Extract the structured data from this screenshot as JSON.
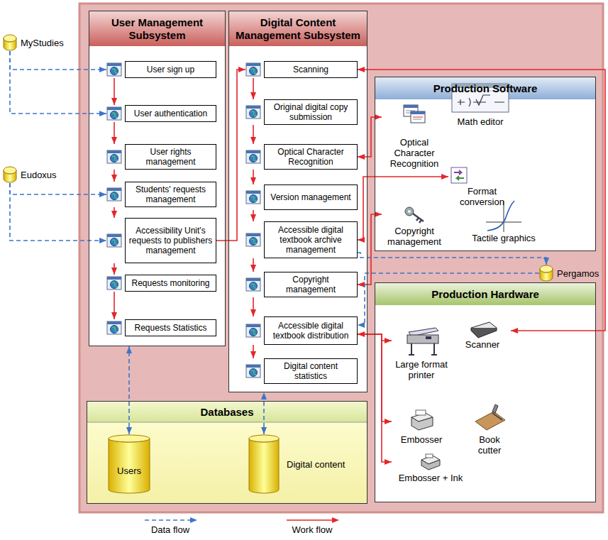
{
  "diagram": {
    "nodes": [
      {
        "text": [
          "User Management Subsystem"
        ]
      },
      {
        "text": [
          "User sign up"
        ],
        "in": 0
      },
      {
        "text": [
          "User authentication"
        ],
        "in": 0
      },
      {
        "text": [
          "User rights management"
        ],
        "in": 0
      },
      {
        "text": [
          "Students' requests management"
        ],
        "in": 0
      },
      {
        "text": [
          "Accessibility Unit's requests to publishers management"
        ],
        "in": 0
      },
      {
        "text": [
          "Requests monitoring"
        ],
        "in": 0
      },
      {
        "text": [
          "Requests Statistics"
        ],
        "in": 0
      },
      {
        "text": [
          "Digital Content Management Subsystem"
        ]
      },
      {
        "text": [
          "Scanning"
        ],
        "in": 8
      },
      {
        "text": [
          "Original digital copy submission"
        ],
        "in": 8
      },
      {
        "text": [
          "Optical Character Recognition"
        ],
        "in": 8
      },
      {
        "text": [
          "Version management"
        ],
        "in": 8
      },
      {
        "text": [
          "Accessible digital textbook archive management"
        ],
        "in": 8
      },
      {
        "text": [
          "Copyright management"
        ],
        "in": 8
      },
      {
        "text": [
          "Accessible digital textbook distribution"
        ],
        "in": 8
      },
      {
        "text": [
          "Digital content statistics"
        ],
        "in": 8
      },
      {
        "text": [
          "Production Software"
        ]
      },
      {
        "text": [
          "Optical Character Recognition"
        ],
        "in": 17
      },
      {
        "text": [
          "Math editor"
        ],
        "in": 17
      },
      {
        "text": [
          "Format conversion"
        ],
        "in": 17
      },
      {
        "text": [
          "Copyright management"
        ],
        "in": 17
      },
      {
        "text": [
          "Tactile graphics"
        ],
        "in": 17
      },
      {
        "text": [
          "Production Hardware"
        ]
      },
      {
        "text": [
          "Large format printer"
        ],
        "in": 23
      },
      {
        "text": [
          "Scanner"
        ],
        "in": 23
      },
      {
        "text": [
          "Embosser"
        ],
        "in": 23
      },
      {
        "text": [
          "Book cutter"
        ],
        "in": 23
      },
      {
        "text": [
          "Embosser + Ink"
        ],
        "in": 23
      },
      {
        "text": [
          "Databases"
        ]
      },
      {
        "text": [
          "Users"
        ],
        "in": 29
      },
      {
        "text": [
          "Digital content"
        ],
        "in": 29
      },
      {
        "text": [
          "MyStudies"
        ]
      },
      {
        "text": [
          "Eudoxus"
        ]
      },
      {
        "text": [
          "Pergamos"
        ]
      }
    ],
    "edges": [
      {
        "from": 1,
        "to": 2,
        "arrow": "to"
      },
      {
        "from": 2,
        "to": 3,
        "arrow": "to"
      },
      {
        "from": 3,
        "to": 4,
        "arrow": "to"
      },
      {
        "from": 4,
        "to": 5,
        "arrow": "to"
      },
      {
        "from": 5,
        "to": 6,
        "arrow": "to"
      },
      {
        "from": 6,
        "to": 7,
        "arrow": "to"
      },
      {
        "from": 9,
        "to": 10,
        "arrow": "to"
      },
      {
        "from": 10,
        "to": 11,
        "arrow": "to"
      },
      {
        "from": 11,
        "to": 12,
        "arrow": "to"
      },
      {
        "from": 12,
        "to": 13,
        "arrow": "to"
      },
      {
        "from": 13,
        "to": 14,
        "arrow": "to"
      },
      {
        "from": 14,
        "to": 15,
        "arrow": "to"
      },
      {
        "from": 15,
        "to": 16,
        "arrow": "to"
      },
      {
        "from": 5,
        "to": 9,
        "arrow": "to"
      },
      {
        "from": 25,
        "to": 9,
        "arrow": "both"
      },
      {
        "from": 18,
        "to": 11,
        "arrow": "both"
      },
      {
        "from": 20,
        "to": 13,
        "arrow": "both"
      },
      {
        "from": 21,
        "to": 14,
        "arrow": "both"
      },
      {
        "from": 15,
        "to": 24,
        "arrow": "both"
      },
      {
        "from": 15,
        "to": 26,
        "arrow": "to"
      },
      {
        "from": 15,
        "to": 28,
        "arrow": "to"
      },
      {
        "from": 32,
        "to": 1,
        "arrow": "to"
      },
      {
        "from": 32,
        "to": 2,
        "arrow": "to"
      },
      {
        "from": 33,
        "to": 4,
        "arrow": "to"
      },
      {
        "from": 33,
        "to": 5,
        "arrow": "to"
      },
      {
        "from": 13,
        "to": 34,
        "arrow": "to"
      },
      {
        "from": 34,
        "to": 15,
        "arrow": "to"
      },
      {
        "from": 30,
        "to": 0,
        "arrow": "both"
      },
      {
        "from": 31,
        "to": 8,
        "arrow": "both"
      }
    ],
    "legend": [
      {
        "text": "Data flow"
      },
      {
        "text": "Work flow"
      }
    ]
  }
}
